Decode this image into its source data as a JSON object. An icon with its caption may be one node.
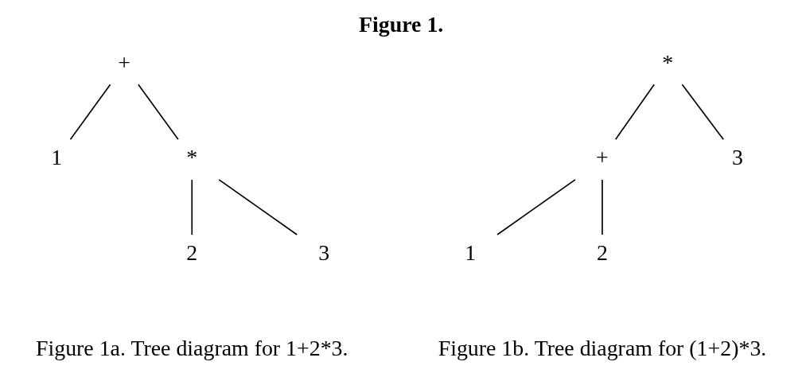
{
  "diagram": {
    "title": "Figure 1.",
    "nodes": [
      {
        "text": [
          "+"
        ]
      },
      {
        "text": [
          "1"
        ]
      },
      {
        "text": [
          "*"
        ]
      },
      {
        "text": [
          "2"
        ]
      },
      {
        "text": [
          "3"
        ]
      },
      {
        "text": [
          "*"
        ]
      },
      {
        "text": [
          "+"
        ]
      },
      {
        "text": [
          "3"
        ]
      },
      {
        "text": [
          "1"
        ]
      },
      {
        "text": [
          "2"
        ]
      }
    ],
    "edges": [
      {
        "from": 0,
        "to": 1,
        "arrow": "none"
      },
      {
        "from": 0,
        "to": 2,
        "arrow": "none"
      },
      {
        "from": 2,
        "to": 3,
        "arrow": "none"
      },
      {
        "from": 2,
        "to": 4,
        "arrow": "none"
      },
      {
        "from": 5,
        "to": 6,
        "arrow": "none"
      },
      {
        "from": 5,
        "to": 7,
        "arrow": "none"
      },
      {
        "from": 6,
        "to": 8,
        "arrow": "none"
      },
      {
        "from": 6,
        "to": 9,
        "arrow": "none"
      }
    ],
    "labels": [
      "Figure 1a. Tree diagram for 1+2*3.",
      "Figure 1b. Tree diagram for (1+2)*3."
    ]
  }
}
